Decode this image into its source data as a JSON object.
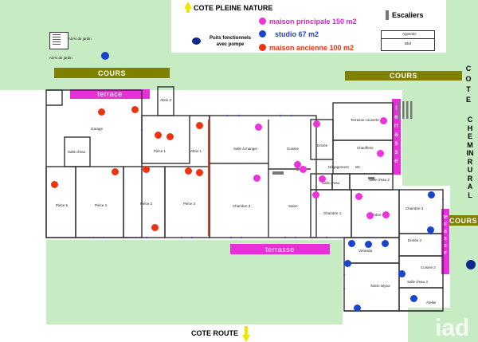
{
  "header": {
    "north_label": "COTE PLEINE NATURE",
    "south_label": "COTE ROUTE"
  },
  "legend": {
    "escaliers": "Escaliers",
    "items": [
      {
        "label": "maison principale 150 m2",
        "color": "#ee33dd"
      },
      {
        "label": "studio 67 m2",
        "color": "#1a44cc"
      },
      {
        "label": "maison ancienne  100  m2",
        "color": "#ee3311"
      }
    ],
    "puits": "Puits fonctionnels avec pompe"
  },
  "bands": {
    "cours_left": "COURS",
    "cours_right": "COURS",
    "cote": "COTE",
    "chemin_rural": "CHEMIN RURAL",
    "cours_side": "COURS"
  },
  "terraces": {
    "top": "terrace",
    "bottom": "terrasse",
    "vertical_right": "terrasse",
    "vertical_small": "terrasse"
  },
  "rooms": {
    "garage": "Garage",
    "salle_eau_left": "Salle d'eau",
    "piece1": "Pièce 1",
    "abris1": "Abris 1",
    "abris2": "Abris 2",
    "piece5": "Pièce 5",
    "piece4": "Pièce 4",
    "piece2": "Pièce 2",
    "piece3": "Pièce 3",
    "salle_manger": "Salle à manger",
    "cuisine": "Cuisine",
    "entree": "Entrée",
    "chambre3": "Chambre 3",
    "salon": "Salon",
    "terrasse_couverte": "Terrasse couverte",
    "chaufferie": "Chaufferie",
    "degagement": "Dégagement",
    "wc": "Wc",
    "salle_eau1": "Salle d'eau",
    "salle_eau2": "Salle d'eau 2",
    "chambre1": "Chambre 1",
    "chambre2": "Chambre 2",
    "chambre4": "Chambre 4",
    "veranda": "Véranda",
    "entree2": "Entrée 2",
    "cuisine2": "Cuisine 2",
    "salon_sejour": "Salon séjour",
    "salle_eau3": "Salle d'eau 3",
    "atelier": "Atelier",
    "abris_jardin": "Abris de jardin",
    "abris_jardin2": "Abris de jardin",
    "appentis": "Appentis",
    "bbd": "Bbd"
  },
  "watermark": "iad"
}
